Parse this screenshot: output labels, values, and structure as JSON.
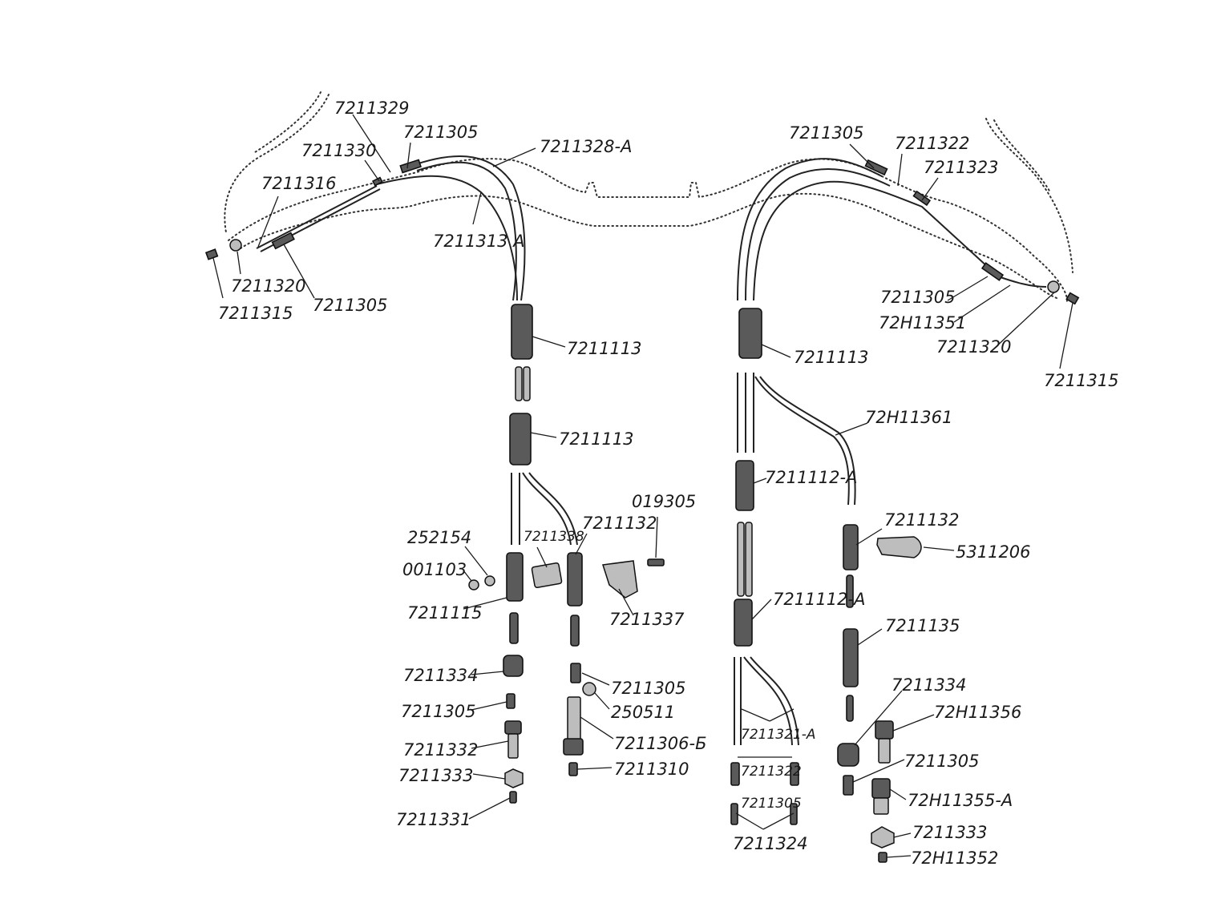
{
  "labels": {
    "l_7211329": "7211329",
    "l_7211305_a": "7211305",
    "l_7211330": "7211330",
    "l_7211328A": "7211328-А",
    "l_7211316": "7211316",
    "l_7211313A": "7211313 А",
    "l_7211320_l": "7211320",
    "l_7211315_l": "7211315",
    "l_7211305_b": "7211305",
    "l_7211305_c": "7211305",
    "l_7211322_top": "7211322",
    "l_7211323": "7211323",
    "l_7211305_d": "7211305",
    "l_72H11351": "72Н11351",
    "l_7211320_r": "7211320",
    "l_7211315_r": "7211315",
    "l_7211113_a": "7211113",
    "l_7211113_b": "7211113",
    "l_7211113_c": "7211113",
    "l_72H11361": "72Н11361",
    "l_7211112A_a": "7211112-А",
    "l_7211112A_b": "7211112-А",
    "l_019305": "019305",
    "l_252154": "252154",
    "l_001103": "001103",
    "l_7211338": "7211338",
    "l_7211132_a": "7211132",
    "l_7211132_b": "7211132",
    "l_5311206": "5311206",
    "l_7211115": "7211115",
    "l_7211337": "7211337",
    "l_7211135": "7211135",
    "l_7211334_a": "7211334",
    "l_7211334_b": "7211334",
    "l_7211305_e": "7211305",
    "l_7211305_f": "7211305",
    "l_250511": "250511",
    "l_72H11356": "72Н11356",
    "l_7211332": "7211332",
    "l_7211306B": "7211306-Б",
    "l_7211321A": "7211321-А",
    "l_7211305_g": "7211305",
    "l_7211333_a": "7211333",
    "l_7211310": "7211310",
    "l_7211322_bot": "7211322",
    "l_72H11355A": "72Н11355-А",
    "l_7211305_h": "7211305",
    "l_7211331": "7211331",
    "l_7211324": "7211324",
    "l_7211333_b": "7211333",
    "l_72H11352": "72Н11352"
  }
}
